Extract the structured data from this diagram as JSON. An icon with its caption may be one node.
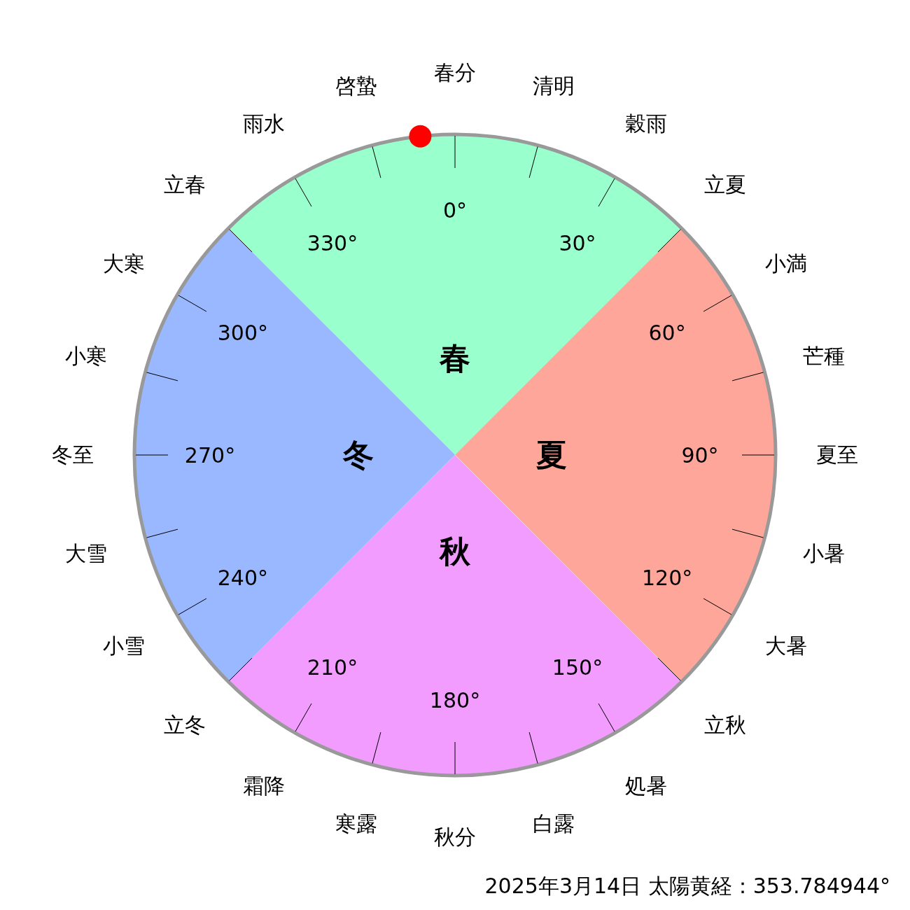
{
  "diagram": {
    "caption": "2025年3月14日 太陽黄経：353.784944°",
    "nodes": [
      {
        "text": [
          "春"
        ]
      },
      {
        "text": [
          "夏"
        ]
      },
      {
        "text": [
          "秋"
        ]
      },
      {
        "text": [
          "冬"
        ]
      }
    ],
    "labels": [
      "春分",
      "清明",
      "穀雨",
      "立夏",
      "小満",
      "芒種",
      "夏至",
      "小暑",
      "大暑",
      "立秋",
      "処暑",
      "白露",
      "秋分",
      "寒露",
      "霜降",
      "立冬",
      "小雪",
      "大雪",
      "冬至",
      "小寒",
      "大寒",
      "立春",
      "雨水",
      "啓蟄",
      "0°",
      "30°",
      "60°",
      "90°",
      "120°",
      "150°",
      "180°",
      "210°",
      "240°",
      "270°",
      "300°",
      "330°"
    ]
  }
}
